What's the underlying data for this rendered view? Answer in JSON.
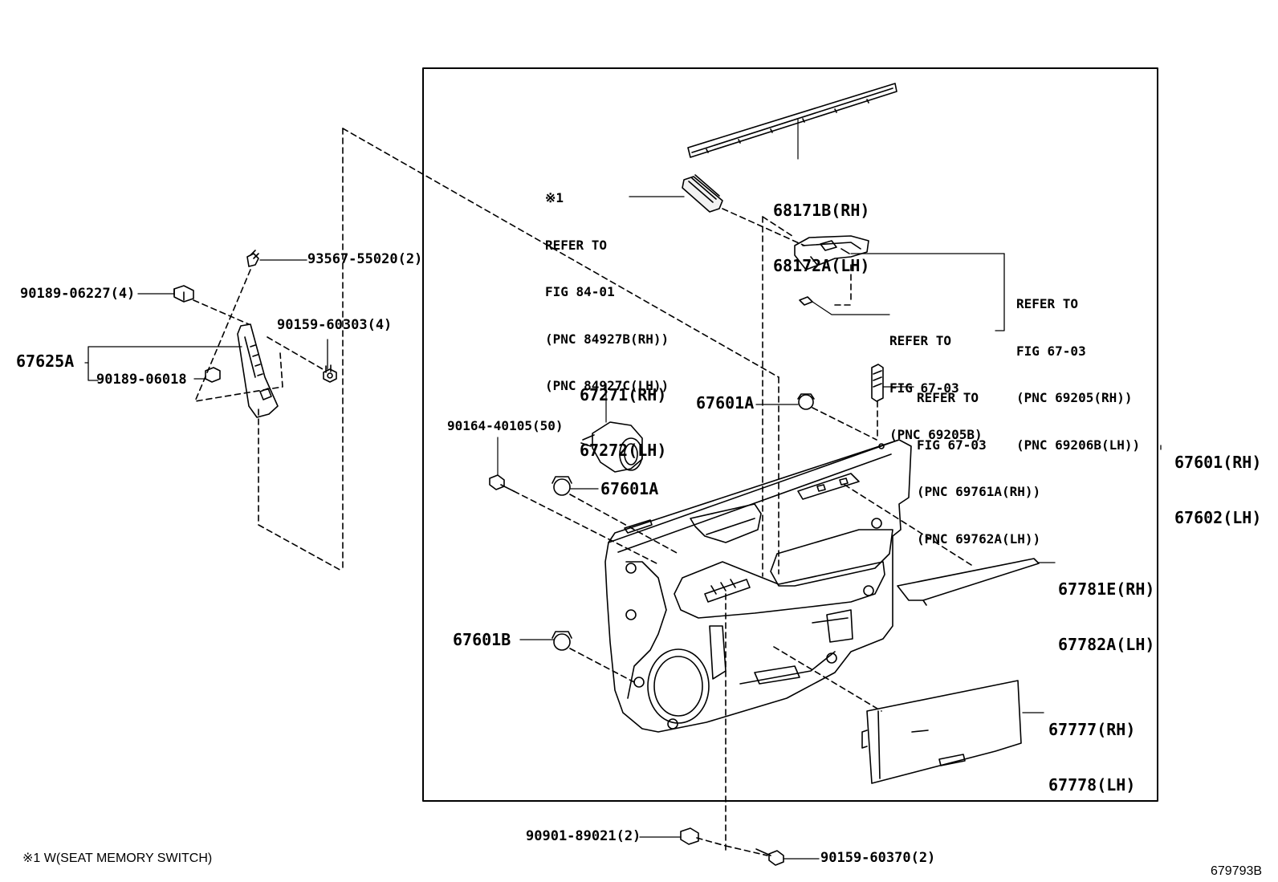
{
  "parts": {
    "p_68171B": "68171B(RH)",
    "p_68172A": "68172A(LH)",
    "p_67271": "67271(RH)",
    "p_67272": "67272(LH)",
    "p_67601A_top": "67601A",
    "p_67601A_mid": "67601A",
    "p_67601B": "67601B",
    "p_67601": "67601(RH)",
    "p_67602": "67602(LH)",
    "p_67781E": "67781E(RH)",
    "p_67782A": "67782A(LH)",
    "p_67777": "67777(RH)",
    "p_67778": "67778(LH)",
    "p_67625A": "67625A",
    "p_93567": "93567-55020(2)",
    "p_90189_06227": "90189-06227(4)",
    "p_90159_60303": "90159-60303(4)",
    "p_90189_06018": "90189-06018",
    "p_90164": "90164-40105(50)",
    "p_90901": "90901-89021(2)",
    "p_90159_60370": "90159-60370(2)"
  },
  "refs": {
    "seat_memory": [
      "※1",
      "REFER TO",
      "FIG 84-01",
      "(PNC 84927B(RH))",
      "(PNC 84927C(LH))"
    ],
    "inside_handle": [
      "REFER TO",
      "FIG 67-03",
      "(PNC 69205(RH))",
      "(PNC 69206B(LH))"
    ],
    "handle_rod": [
      "REFER TO",
      "FIG 67-03",
      "(PNC 69205B)"
    ],
    "lock_knob": [
      "REFER TO",
      "FIG 67-03",
      "(PNC 69761A(RH))",
      "(PNC 69762A(LH))"
    ]
  },
  "footnote": "※1 W(SEAT MEMORY SWITCH)",
  "figure_id": "679793B"
}
